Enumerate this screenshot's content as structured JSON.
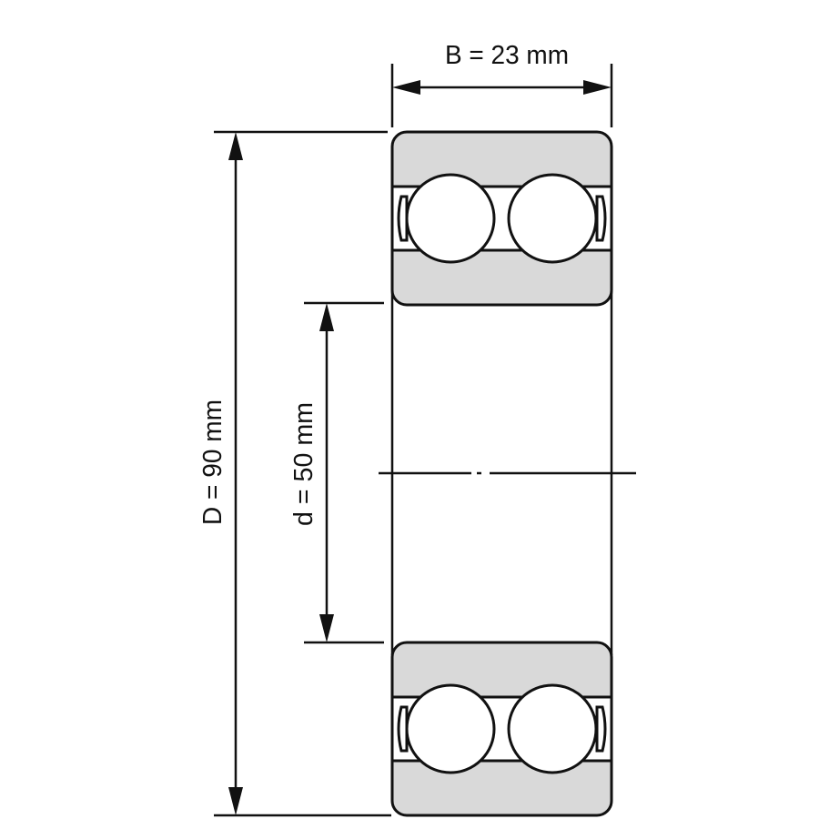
{
  "dimensions": {
    "width_label": "B = 23 mm",
    "outer_diameter_label": "D = 90 mm",
    "bore_diameter_label": "d = 50 mm"
  },
  "colors": {
    "ring_fill": "#d9d9d9",
    "line": "#111111"
  }
}
